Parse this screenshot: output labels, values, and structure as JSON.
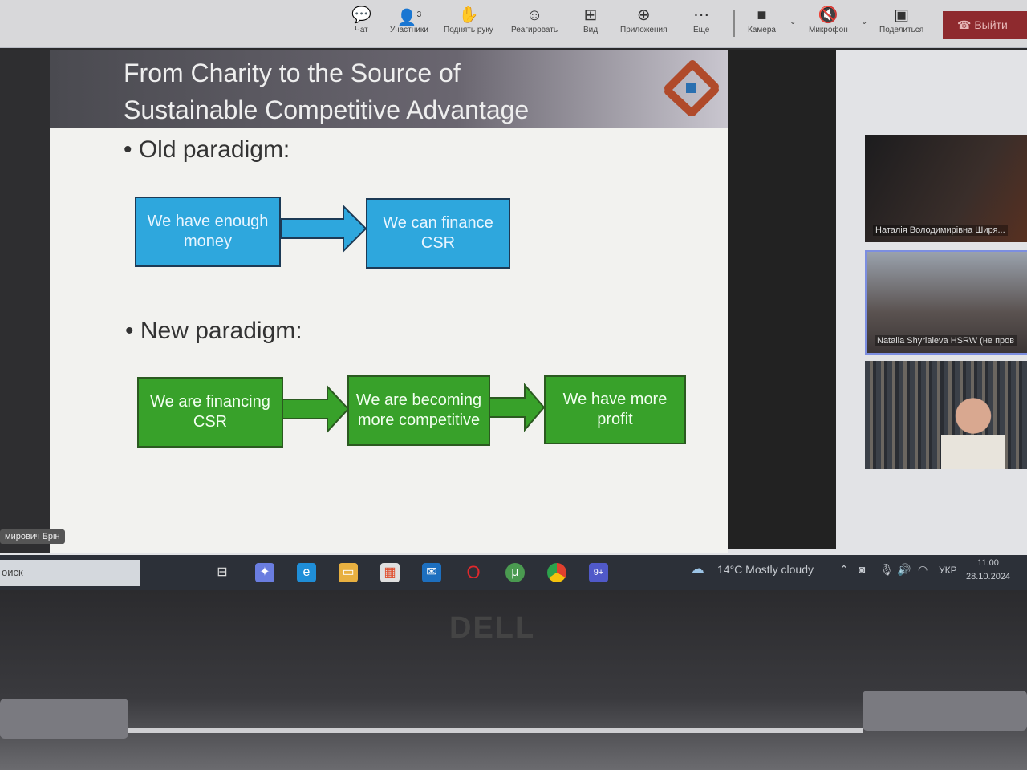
{
  "toolbar": {
    "items": [
      {
        "label": "Чат",
        "icon": "chat-icon"
      },
      {
        "label": "Участники",
        "icon": "people-icon",
        "badge": "3"
      },
      {
        "label": "Поднять руку",
        "icon": "hand-icon"
      },
      {
        "label": "Реагировать",
        "icon": "smiley-icon"
      },
      {
        "label": "Вид",
        "icon": "grid-icon"
      },
      {
        "label": "Приложения",
        "icon": "apps-icon"
      },
      {
        "label": "Еще",
        "icon": "more-icon"
      },
      {
        "label": "Камера",
        "icon": "camera-icon"
      },
      {
        "label": "Микрофон",
        "icon": "mic-muted-icon"
      },
      {
        "label": "Поделиться",
        "icon": "share-icon"
      }
    ],
    "leave_label": "Выйти"
  },
  "slide": {
    "title_line1": "From Charity to the Source of",
    "title_line2": "Sustainable Competitive Advantage",
    "old_heading": "Old paradigm:",
    "old_boxes": [
      "We have enough money",
      "We can finance CSR"
    ],
    "new_heading": "New paradigm:",
    "new_boxes": [
      "We are financing CSR",
      "We are becoming more competitive",
      "We have more profit"
    ]
  },
  "participants": [
    {
      "name": "Наталія Володимирівна Ширя..."
    },
    {
      "name": "Natalia Shyriaieva HSRW (не пров"
    },
    {
      "name": ""
    }
  ],
  "presenter_label": "мирович Брін",
  "taskbar": {
    "search": "оиск",
    "weather_temp": "14°C",
    "weather_text": "Mostly cloudy",
    "lang": "УКР",
    "time": "11:00",
    "date": "28.10.2024",
    "teams_badge": "9+"
  },
  "brand": "DELL"
}
